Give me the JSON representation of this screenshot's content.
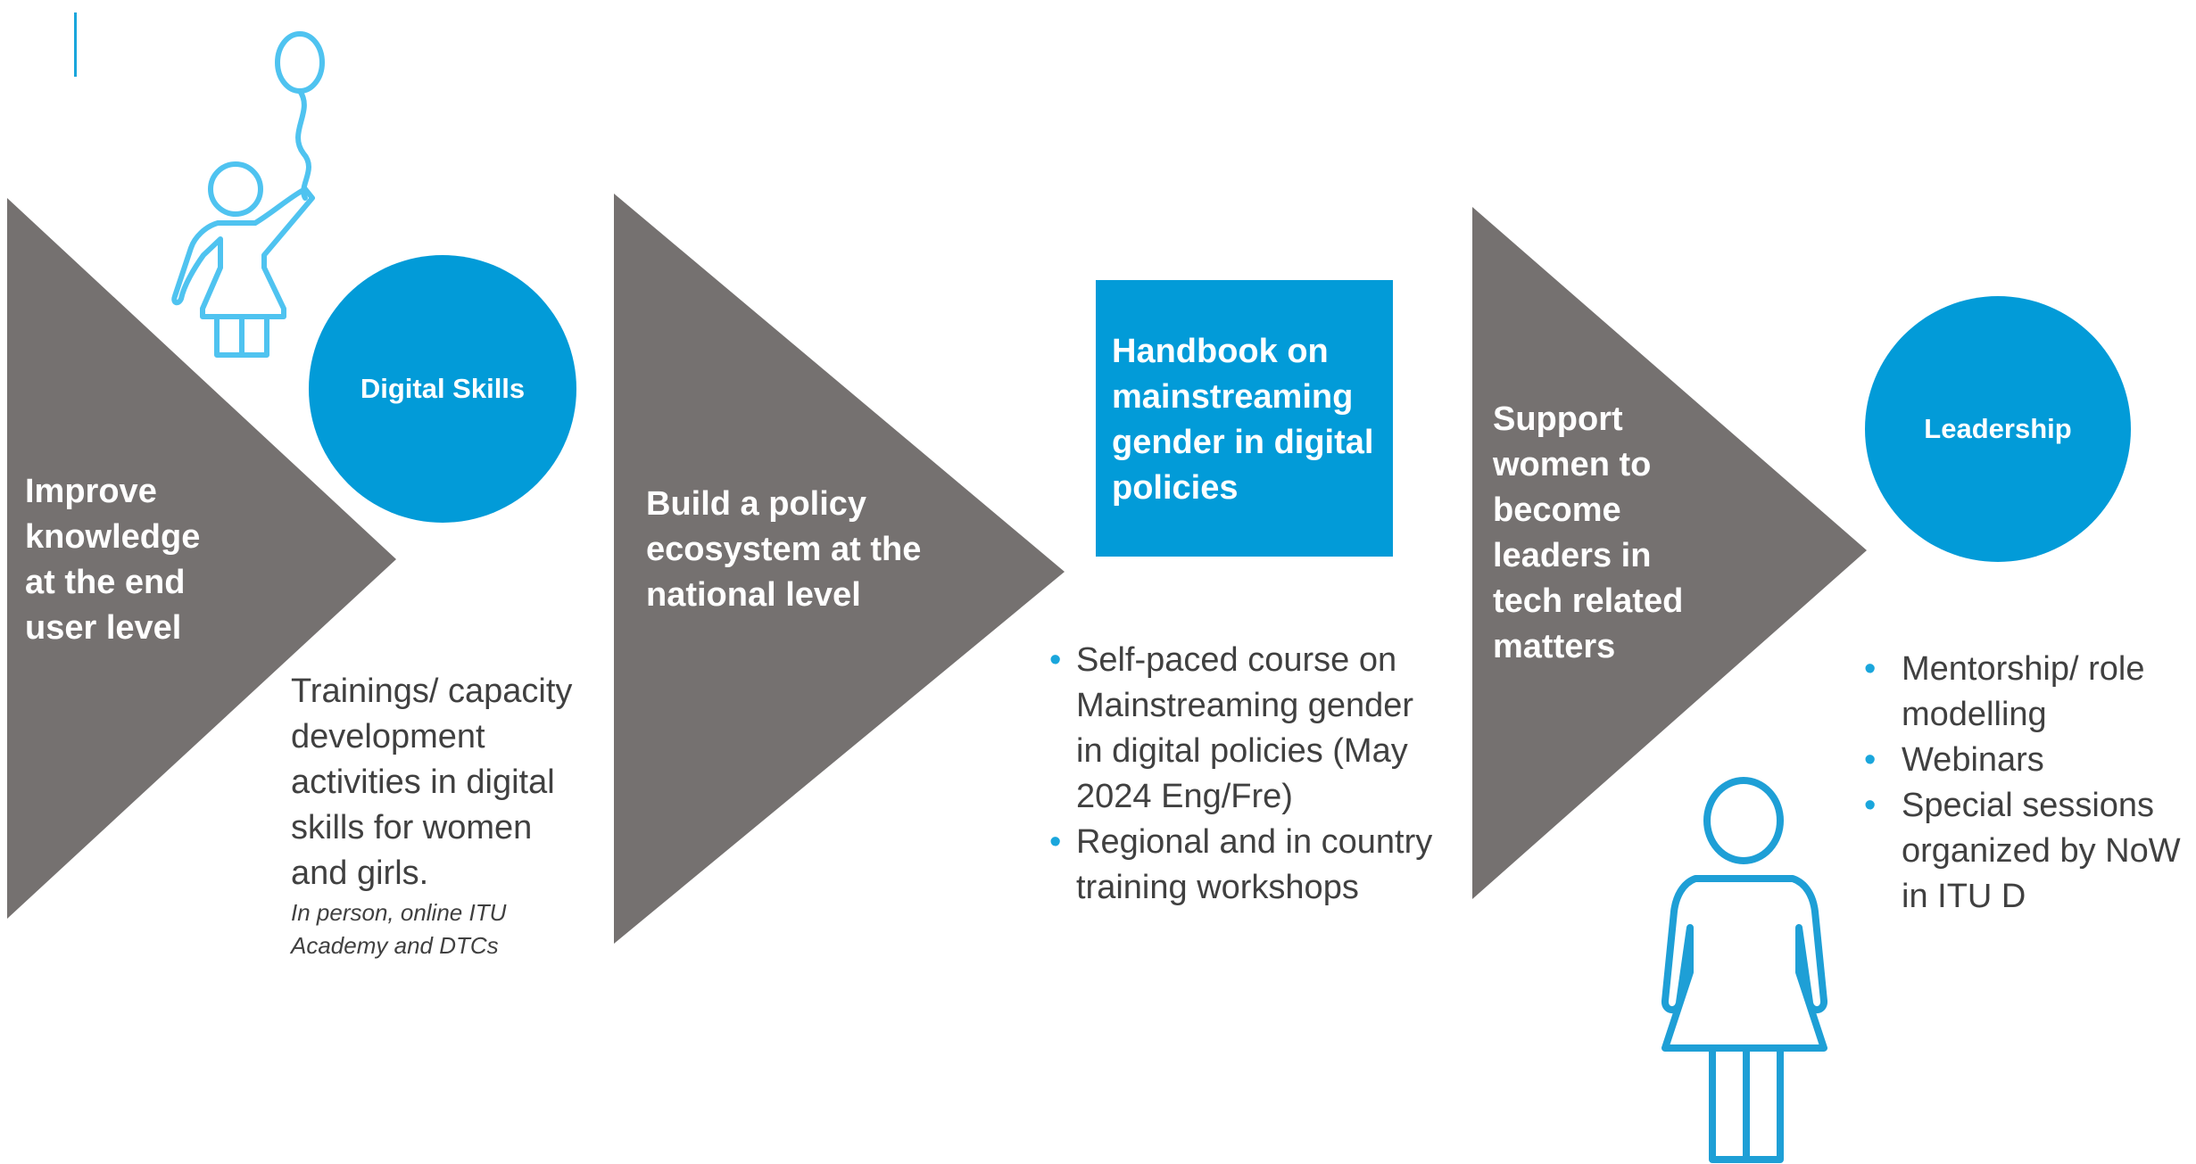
{
  "stages": [
    {
      "label": "Improve knowledge at the end user level",
      "badge": "Digital Skills",
      "description": "Trainings/ capacity development activities in digital skills for women and girls.",
      "note": "In person, online ITU Academy and DTCs"
    },
    {
      "label": "Build a policy ecosystem at the national level",
      "badge": "Handbook on mainstreaming gender in digital policies",
      "bullets": [
        "Self-paced course on Mainstreaming gender in digital policies (May 2024 Eng/Fre)",
        "Regional and in country training workshops"
      ]
    },
    {
      "label": "Support women to become leaders in tech related matters",
      "badge": "Leadership",
      "bullets": [
        "Mentorship/ role modelling",
        "Webinars",
        "Special sessions organized by NoW in ITU D"
      ]
    }
  ],
  "colors": {
    "arrow": "#757170",
    "accent": "#029bd8",
    "icon_light": "#4fc3f0",
    "icon_dark": "#1e9fd6",
    "text": "#404040"
  },
  "icons": [
    "girl-with-balloon-icon",
    "woman-icon"
  ]
}
